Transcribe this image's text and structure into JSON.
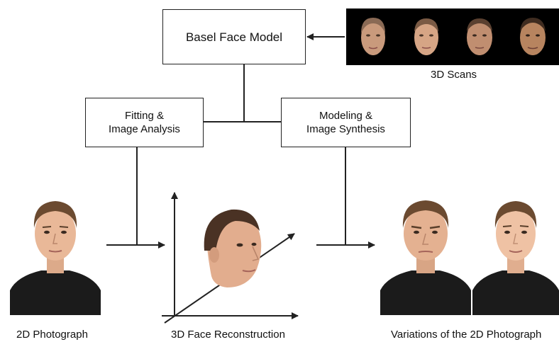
{
  "boxes": {
    "basel_face_model": "Basel Face Model",
    "fitting": "Fitting &\nImage Analysis",
    "modeling": "Modeling &\nImage Synthesis"
  },
  "labels": {
    "scans": "3D Scans",
    "photograph": "2D Photograph",
    "reconstruction": "3D Face Reconstruction",
    "variations": "Variations of the 2D Photograph"
  },
  "colors": {
    "line": "#222222",
    "skin": "#e9b898",
    "hair": "#6b4a30",
    "shirt": "#1b1b1b",
    "scan_background": "#000000"
  }
}
